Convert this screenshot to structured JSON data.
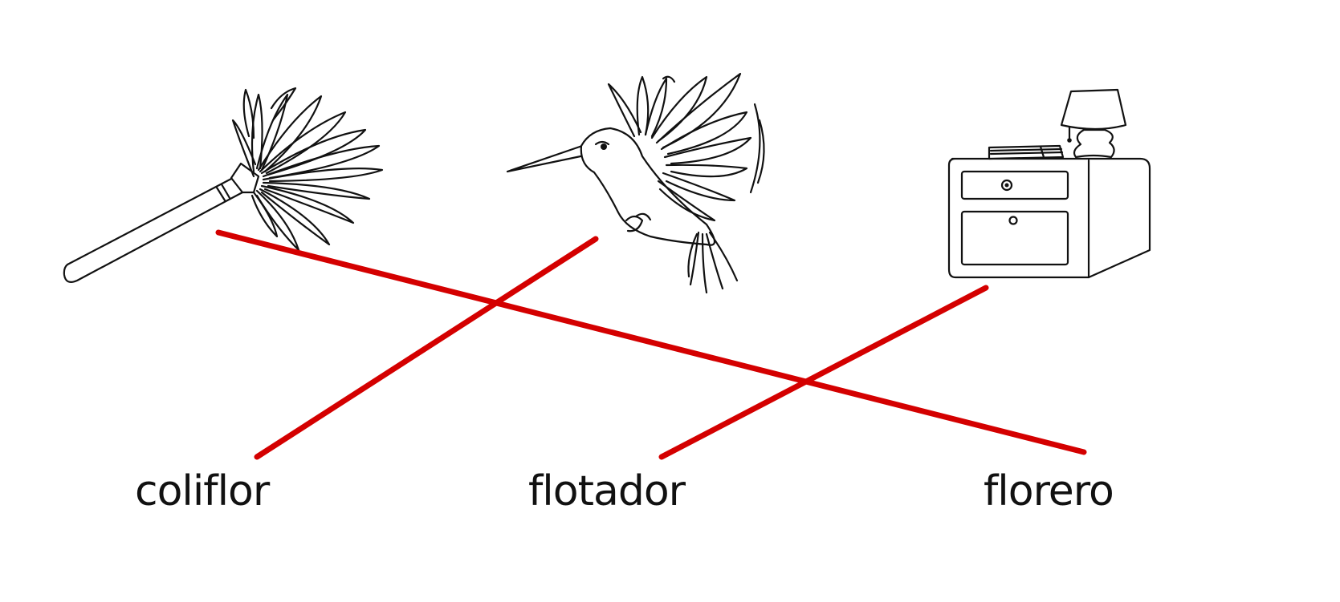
{
  "words": [
    {
      "id": "coliflor",
      "label": "coliflor"
    },
    {
      "id": "flotador",
      "label": "flotador"
    },
    {
      "id": "florero",
      "label": "florero"
    }
  ],
  "pictures": [
    {
      "id": "plumero",
      "icon": "feather-duster-icon"
    },
    {
      "id": "colibri",
      "icon": "hummingbird-icon"
    },
    {
      "id": "mesita",
      "icon": "nightstand-icon"
    }
  ],
  "matches": [
    {
      "picture": "plumero",
      "word": "florero"
    },
    {
      "picture": "colibri",
      "word": "coliflor"
    },
    {
      "picture": "mesita",
      "word": "flotador"
    }
  ],
  "colors": {
    "line": "#d40000",
    "ink": "#111111",
    "background": "#ffffff"
  }
}
